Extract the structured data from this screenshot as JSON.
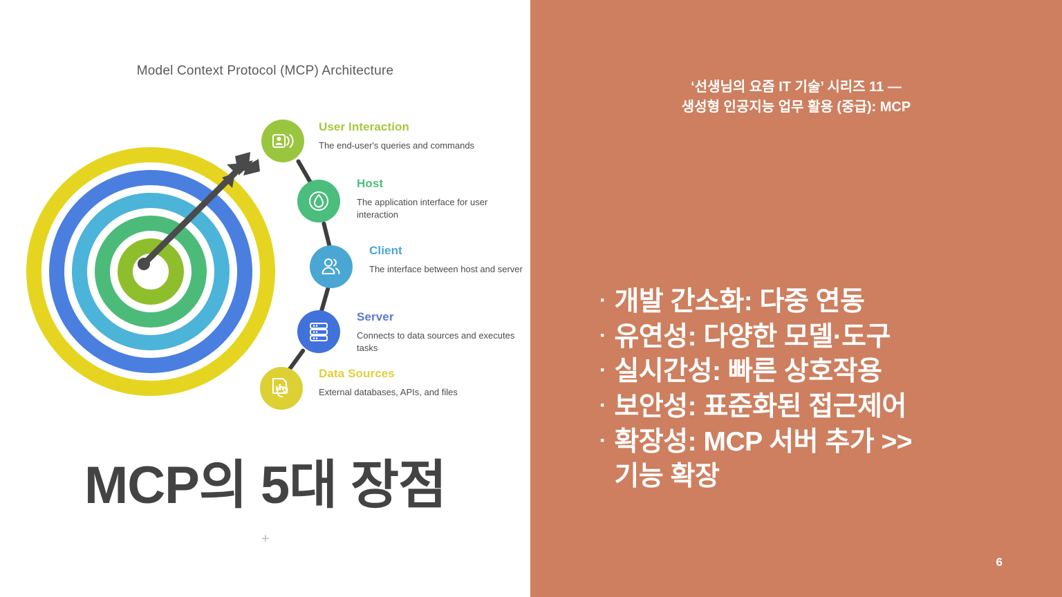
{
  "slide": {
    "page_number": "6",
    "background_left": "#ffffff",
    "background_right": "#cd7f5f",
    "plus_mark": "+"
  },
  "left": {
    "diagram_title": "Model Context Protocol (MCP) Architecture",
    "big_title": "MCP의 5대 장점",
    "bullseye": {
      "ring_colors": [
        "#e6d520",
        "#4a7fe0",
        "#4cb3d9",
        "#4cbb7a",
        "#8fbe2c"
      ],
      "arrow_color": "#4a4a4a"
    },
    "nodes": [
      {
        "id": "user-interaction",
        "title": "User Interaction",
        "desc": "The end-user's queries and commands",
        "color": "#9ac63f",
        "title_color": "#a6c83d",
        "icon": "user-broadcast-icon"
      },
      {
        "id": "host",
        "title": "Host",
        "desc": "The application interface for user interaction",
        "color": "#4bbd7d",
        "title_color": "#4bbd7d",
        "icon": "droplet-circle-icon"
      },
      {
        "id": "client",
        "title": "Client",
        "desc": "The interface between host and server",
        "color": "#4aa7d4",
        "title_color": "#4aa7d4",
        "icon": "two-users-icon"
      },
      {
        "id": "server",
        "title": "Server",
        "desc": "Connects to data sources and executes tasks",
        "color": "#4171da",
        "title_color": "#5a78d8",
        "icon": "server-rack-icon"
      },
      {
        "id": "data-sources",
        "title": "Data Sources",
        "desc": "External databases, APIs, and files",
        "color": "#ddd034",
        "title_color": "#e0cf3a",
        "icon": "document-chart-refresh-icon"
      }
    ]
  },
  "right": {
    "header_line1": "‘선생님의 요즘 IT 기술’ 시리즈 11 —",
    "header_line2": "생성형 인공지능 업무 활용 (중급): MCP",
    "bullet_marker": "·",
    "bullets": [
      "개발 간소화: 다중 연동",
      "유연성: 다양한 모델·도구",
      "실시간성: 빠른 상호작용",
      "보안성: 표준화된 접근제어",
      "확장성: MCP 서버 추가 >>\n기능 확장"
    ]
  }
}
